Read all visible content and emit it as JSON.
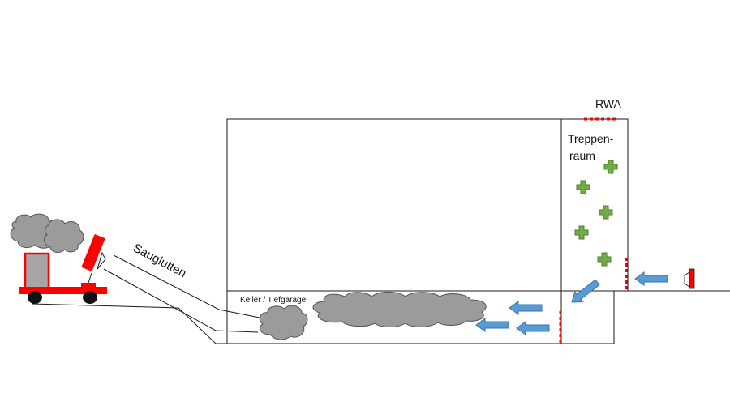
{
  "labels": {
    "rwa": "RWA",
    "stairwell_line1": "Treppen-",
    "stairwell_line2": "raum",
    "basement": "Keller / Tiefgarage",
    "duct": "Sauglutten"
  },
  "colors": {
    "outline": "#1a1a1a",
    "smoke_fill": "#9b9b9b",
    "smoke_stroke": "#555555",
    "vehicle_red": "#ff0000",
    "vehicle_box": "#a6a6a6",
    "arrow_fill": "#5b9bd5",
    "arrow_stroke": "#2e75b6",
    "plus_fill": "#70ad47",
    "plus_stroke": "#507e32",
    "opening_red": "#ff0000"
  },
  "icons": {
    "smoke": "smoke-cloud-icon",
    "fresh_air": "plus-icon",
    "airflow": "arrow-icon",
    "fan": "fan-icon",
    "vehicle": "fire-truck-icon"
  }
}
